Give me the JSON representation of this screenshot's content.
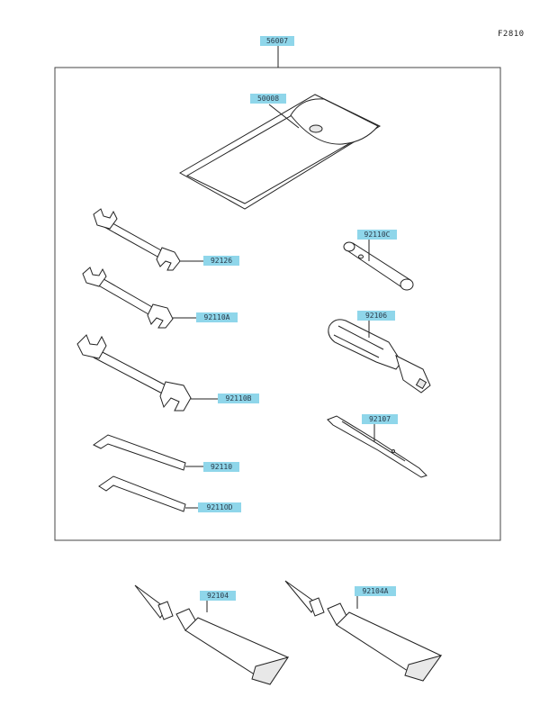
{
  "figure_id": "F2810",
  "callouts": {
    "kit": "56007",
    "bag": "50008",
    "wrench_1": "92126",
    "wrench_2": "92110A",
    "wrench_3": "92110B",
    "box_wrench": "92110C",
    "handle": "92106",
    "screwdriver": "92107",
    "hex_key_1": "92110",
    "hex_key_2": "9211OD",
    "grease_tube_1": "92104",
    "grease_tube_2": "92104A"
  }
}
